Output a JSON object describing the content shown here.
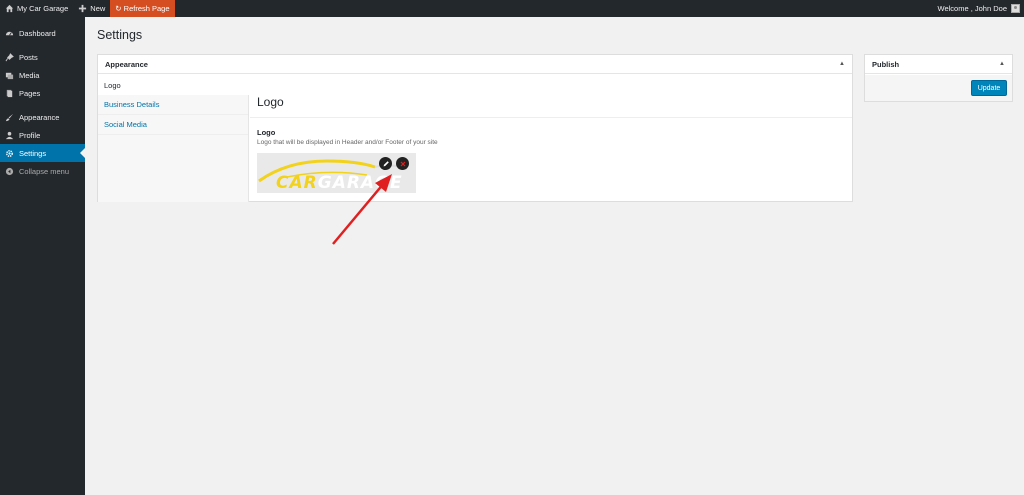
{
  "adminbar": {
    "site_name": "My Car Garage",
    "new_label": "New",
    "refresh_label": "↻ Refresh Page",
    "welcome": "Welcome , John Doe"
  },
  "sidebar": {
    "items": [
      {
        "label": "Dashboard",
        "icon": "dashboard-icon"
      },
      {
        "label": "Posts",
        "icon": "pin-icon"
      },
      {
        "label": "Media",
        "icon": "media-icon"
      },
      {
        "label": "Pages",
        "icon": "pages-icon"
      },
      {
        "label": "Appearance",
        "icon": "brush-icon"
      },
      {
        "label": "Profile",
        "icon": "user-icon"
      },
      {
        "label": "Settings",
        "icon": "gear-icon"
      },
      {
        "label": "Collapse menu",
        "icon": "collapse-icon"
      }
    ],
    "active": "Settings"
  },
  "page": {
    "title": "Settings"
  },
  "appearance_panel": {
    "title": "Appearance",
    "tabs": [
      "Logo",
      "Business Details",
      "Social Media"
    ],
    "active_tab": "Logo",
    "section_title": "Logo",
    "field_label": "Logo",
    "field_description": "Logo that will be displayed in Header and/or Footer of your site",
    "logo_text_a": "CAR",
    "logo_text_b": "GARAGE"
  },
  "publish_panel": {
    "title": "Publish",
    "update_label": "Update"
  },
  "colors": {
    "admin_dark": "#23282d",
    "accent_blue": "#0073aa",
    "refresh_orange": "#d54e21",
    "annotation_red": "#e02020",
    "logo_yellow": "#f2d21a"
  }
}
